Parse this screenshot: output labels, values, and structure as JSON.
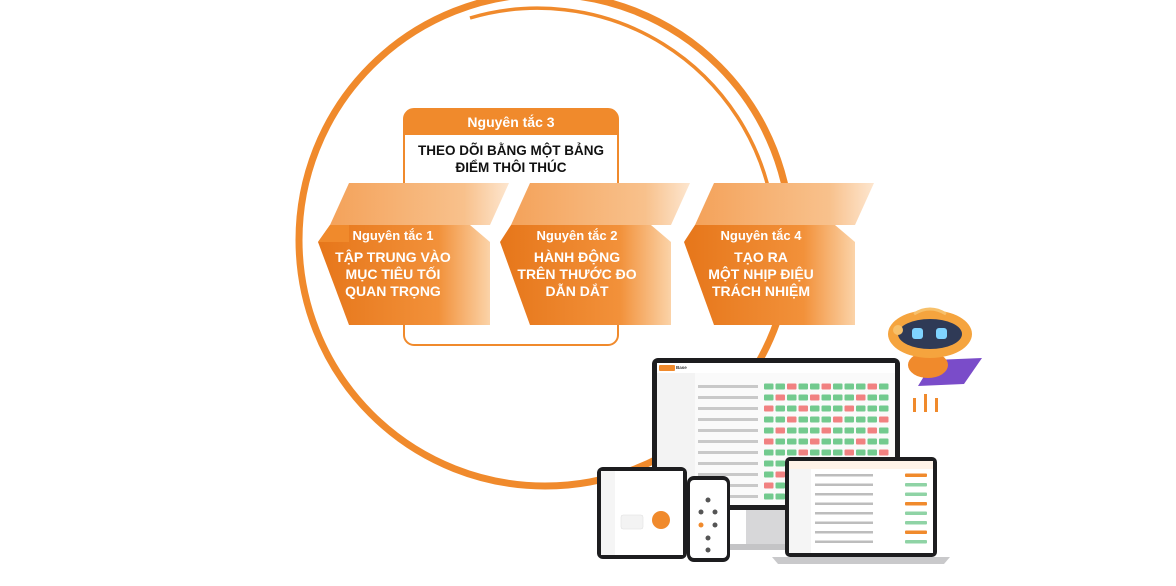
{
  "colors": {
    "accent": "#f08a2c",
    "accent_dark": "#e6761a",
    "accent_light": "#f9c08a",
    "text_dark": "#111111",
    "table_green": "#59c17a",
    "table_red": "#ef6b6b"
  },
  "principles": [
    {
      "label": "Nguyên tắc 1",
      "lines": [
        "TẬP TRUNG VÀO",
        "MỤC TIÊU TỐI",
        "QUAN TRỌNG"
      ]
    },
    {
      "label": "Nguyên tắc 2",
      "lines": [
        "HÀNH ĐỘNG",
        "TRÊN THƯỚC ĐO",
        "DẪN DẮT"
      ]
    },
    {
      "label": "Nguyên tắc 3",
      "lines": [
        "THEO DÕI BẰNG MỘT BẢNG",
        "ĐIỂM THÔI THÚC"
      ]
    },
    {
      "label": "Nguyên tắc 4",
      "lines": [
        "TẠO RA",
        "MỘT NHỊP ĐIỆU",
        "TRÁCH NHIỆM"
      ]
    }
  ],
  "device_brand": "Base"
}
